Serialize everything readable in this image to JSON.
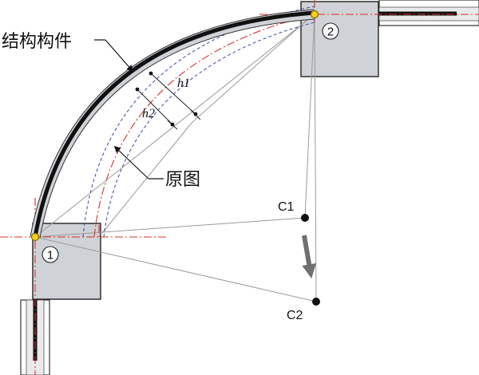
{
  "labels": {
    "structure": "结构构件",
    "original": "原图",
    "h1": "h1",
    "h2": "h2",
    "c1": "C1",
    "c2": "C2",
    "node1": "1",
    "node2": "2"
  },
  "colors": {
    "member": "#111111",
    "member_outline": "#cfd2d6",
    "node_box": "#cfd2d6",
    "red_dashdot": "#d9332e",
    "blue_dashed": "#3a48a8",
    "construction": "#9a9a9a",
    "arrow": "#6f6f6f",
    "node_dot": "#f2d019"
  }
}
